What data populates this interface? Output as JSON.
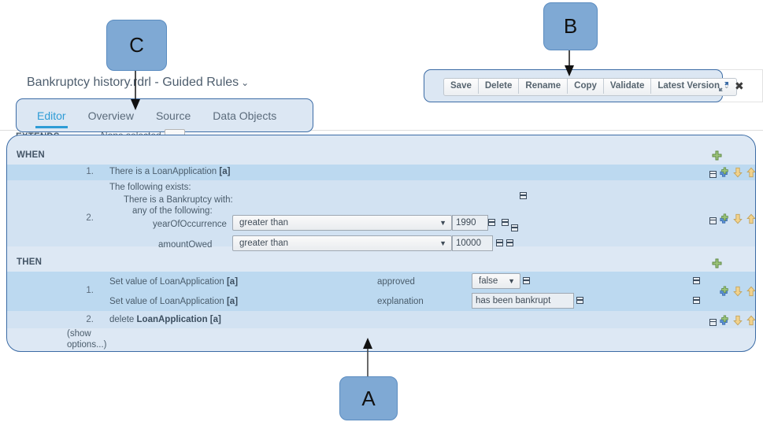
{
  "document": {
    "title": "Bankruptcy history.rdrl - Guided Rules",
    "title_caret": "⌄"
  },
  "tabs": [
    {
      "label": "Editor",
      "active": true
    },
    {
      "label": "Overview",
      "active": false
    },
    {
      "label": "Source",
      "active": false
    },
    {
      "label": "Data Objects",
      "active": false
    }
  ],
  "toolbar": {
    "save_label": "Save",
    "delete_label": "Delete",
    "rename_label": "Rename",
    "copy_label": "Copy",
    "validate_label": "Validate",
    "version_label": "Latest Version",
    "version_caret": "⌄",
    "close_label": "✖",
    "expand_icon": "expand-icon"
  },
  "extends": {
    "label": "EXTENDS",
    "value": "None selected",
    "chevron": "⌄"
  },
  "when": {
    "label": "WHEN",
    "add_icon": "green-plus-icon",
    "rows": [
      {
        "number": "1.",
        "text_prefix": "There is a LoanApplication ",
        "text_bold": "[a]"
      },
      {
        "number": "2.",
        "line1": "The following exists:",
        "line2": "There is a Bankruptcy with:",
        "line3": "any of the following:",
        "constraints": [
          {
            "field": "yearOfOccurrence",
            "operator": "greater than",
            "value": "1990"
          },
          {
            "field": "amountOwed",
            "operator": "greater than",
            "value": "10000"
          }
        ]
      }
    ]
  },
  "then": {
    "label": "THEN",
    "add_icon": "green-plus-icon",
    "rows": [
      {
        "number": "1.",
        "actions": [
          {
            "text_prefix": "Set value of LoanApplication ",
            "text_bold": "[a]",
            "field": "approved",
            "control": "select",
            "value": "false"
          },
          {
            "text_prefix": "Set value of LoanApplication ",
            "text_bold": "[a]",
            "field": "explanation",
            "control": "text",
            "value": "has been bankrupt"
          }
        ]
      },
      {
        "number": "2.",
        "text_prefix": "delete ",
        "text_bold": "LoanApplication [a]"
      }
    ],
    "show_options_line1": "(show",
    "show_options_line2": "options...)"
  },
  "row_action_icons": {
    "remove": "minus-square-icon",
    "add": "add-blue-green-icon",
    "move_down": "yellow-down-arrow-icon",
    "move_up": "yellow-up-arrow-icon"
  },
  "callouts": [
    {
      "id": "A",
      "label": "A"
    },
    {
      "id": "B",
      "label": "B"
    },
    {
      "id": "C",
      "label": "C"
    }
  ],
  "colors": {
    "accent": "#2e9cd6",
    "panel_border": "#3b6ba5",
    "panel_bg": "#dde8f4",
    "row_dark": "#bcd9f0",
    "row_light": "#d2e2f2",
    "callout_fill": "#7fa9d4"
  }
}
